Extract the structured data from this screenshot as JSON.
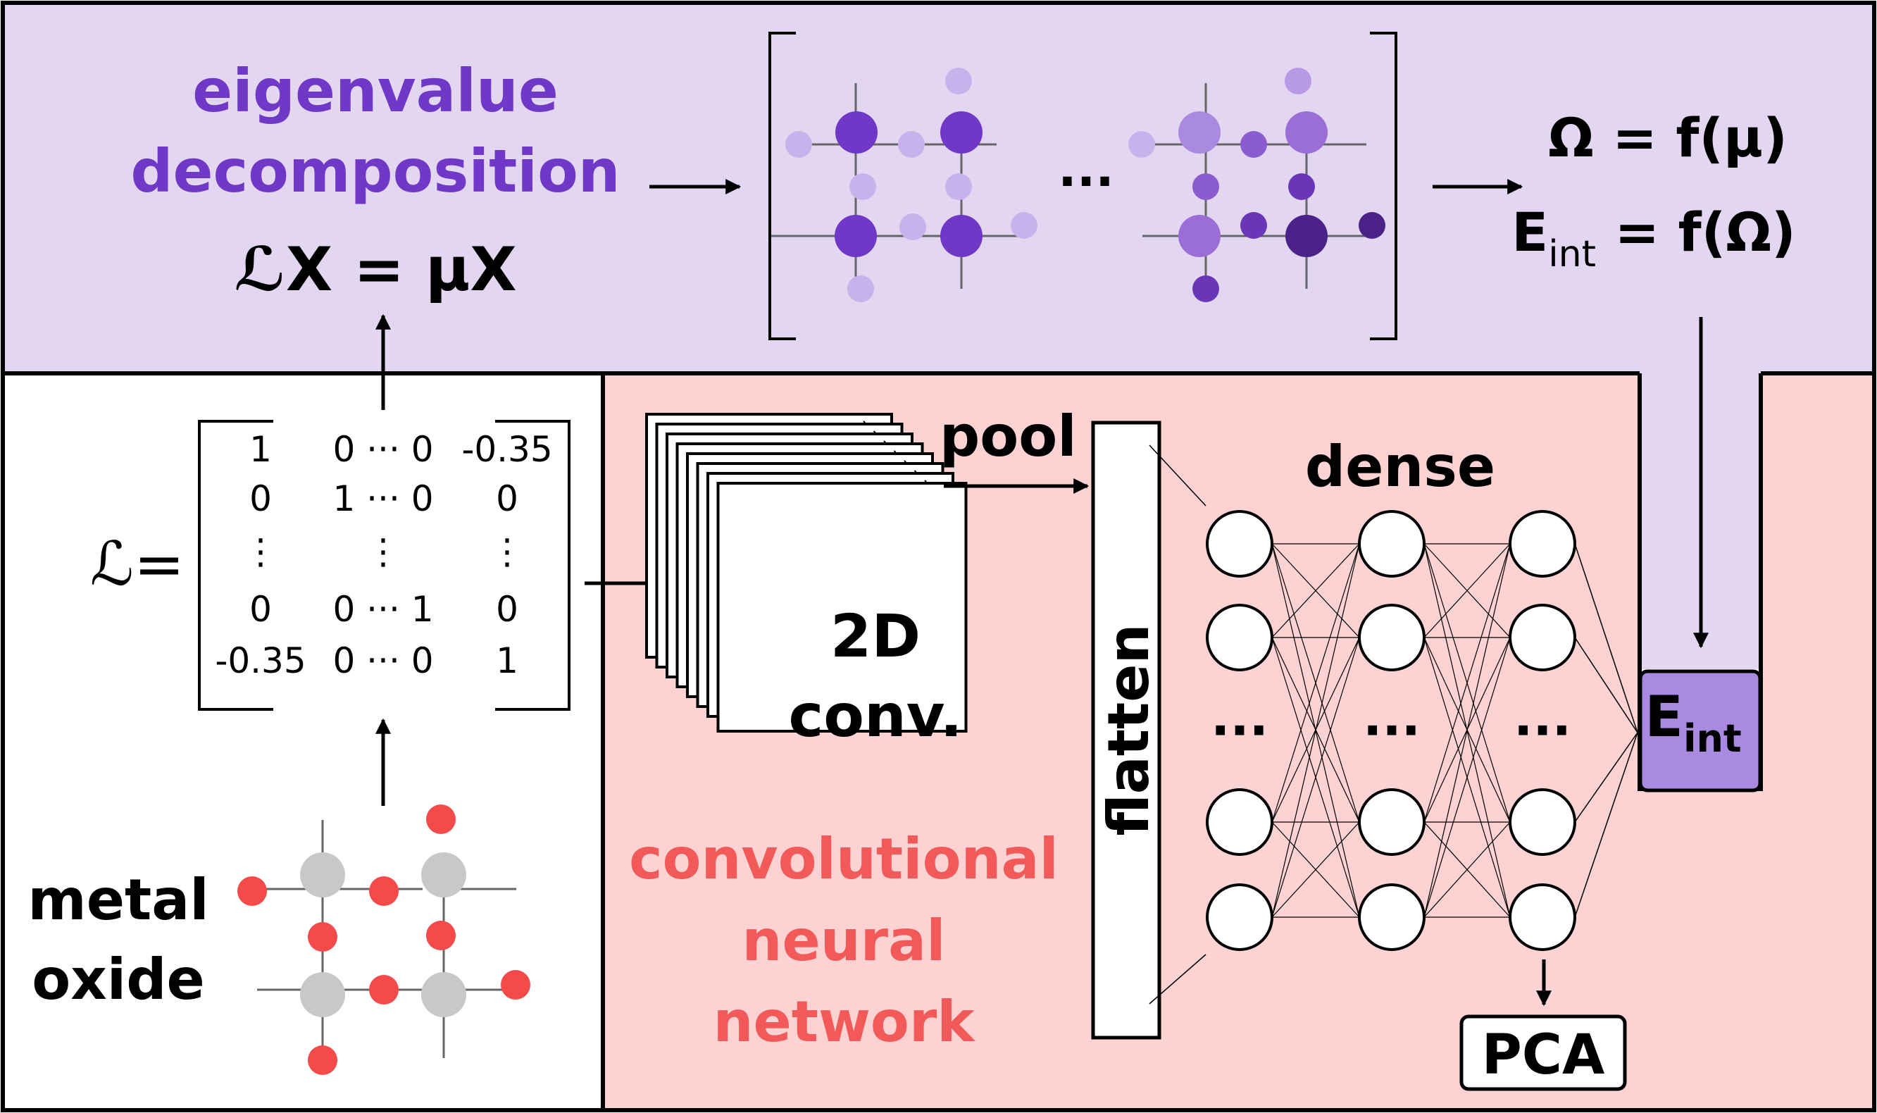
{
  "colors": {
    "panel_top": "#e3d6f1",
    "panel_left": "#ffffff",
    "panel_cnn": "#fcd2d2",
    "purple_text": "#7038c6",
    "red_text": "#f25a5a",
    "atom_metal": "#c8c8c8",
    "atom_oxygen": "#f44a4a",
    "eint_box": "#a98ae0"
  },
  "top": {
    "title_line1": "eigenvalue",
    "title_line2": "decomposition",
    "equation": "ℒX = μX",
    "ellipsis": "···",
    "omega_eq": "Ω = f(μ)",
    "eint_E": "E",
    "eint_sub": "int",
    "eint_rhs": " = f(Ω)"
  },
  "matrix": {
    "lhs": "ℒ=",
    "rows": [
      [
        "1",
        "0 ··· 0",
        "-0.35"
      ],
      [
        "0",
        "1 ··· 0",
        "0"
      ],
      [
        "⋮",
        "⋮",
        "⋮"
      ],
      [
        "0",
        "0 ··· 1",
        "0"
      ],
      [
        "-0.35",
        "0 ··· 0",
        "1"
      ]
    ]
  },
  "metal_oxide": {
    "line1": "metal",
    "line2": "oxide"
  },
  "cnn": {
    "conv_line1": "2D",
    "conv_line2": "conv.",
    "pool": "pool",
    "flatten": "flatten",
    "dense": "dense",
    "dots": "···",
    "label_line1": "convolutional",
    "label_line2": "neural",
    "label_line3": "network"
  },
  "output": {
    "E": "E",
    "sub": "int",
    "pca": "PCA"
  }
}
